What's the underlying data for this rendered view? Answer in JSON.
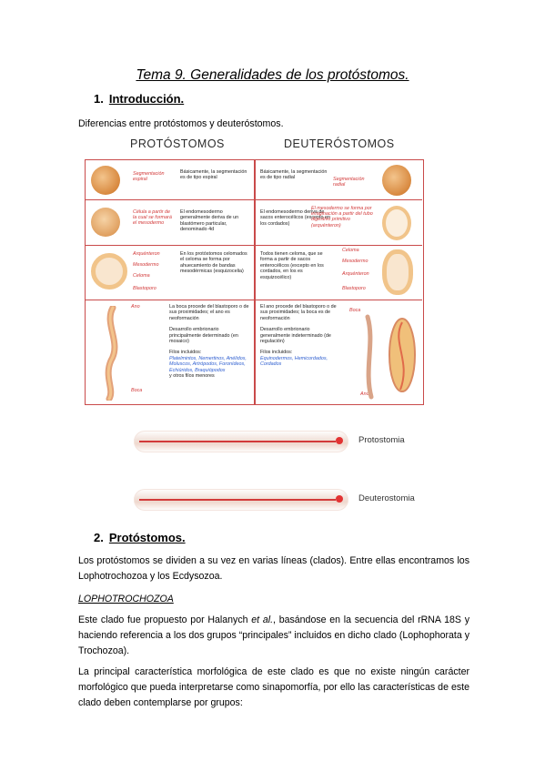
{
  "title": "Tema 9. Generalidades de los protóstomos.",
  "section1": {
    "number": "1.",
    "label": "Introducción."
  },
  "intro_text": "Diferencias entre protóstomos y deuteróstomos.",
  "figure": {
    "col_left": "PROTÓSTOMOS",
    "col_right": "DEUTERÓSTOMOS",
    "rows": [
      {
        "left_label": "Segmentación espiral",
        "left_text": "Básicamente, la segmentación es de tipo espiral",
        "right_text": "Básicamente, la segmentación es de tipo radial",
        "right_label": "Segmentación radial"
      },
      {
        "left_label": "Célula a partir de la cual se formará el mesodermo",
        "left_text": "El endomesodermo generalmente deriva de un blastómero particular, denominado 4d",
        "right_text": "El endomesodermo deriva de sacos enterocélicos (excepto en los cordados)",
        "right_label": "El mesodermo se forma por evaginación a partir del tubo digestivo primitivo (arquénteron)"
      },
      {
        "left_labels": [
          "Arquénteron",
          "Mesodermo",
          "Celoma",
          "Blastoporo"
        ],
        "left_text": "En los protóstomos celomados el celoma se forma por ahuecamiento de bandas mesodérmicas (esquizocelia)",
        "right_text": "Todos tienen celoma, que se forma a partir de sacos enterocélicos (excepto en los cordados, en los es esquizocélico)",
        "right_labels": [
          "Celoma",
          "Mesodermo",
          "Arquénteron",
          "Blastoporo"
        ]
      },
      {
        "left_labels": [
          "Ano",
          "Boca"
        ],
        "left_text_1": "La boca procede del blastoporo o de sus proximidades; el ano es neoformación",
        "left_text_2": "Desarrollo embrionario principalmente determinado (en mosaico)",
        "left_phyla_title": "Filos incluidos:",
        "left_phyla": "Platelmintos, Nemertinos, Anélidos, Moluscos, Artrópodos, Foronídeos, Echiúridos, Braquiópodos",
        "left_phyla_tail": "y otros filos menores",
        "right_text_1": "El ano procede del blastoporo o de sus proximidades; la boca es de neoformación",
        "right_text_2": "Desarrollo embrionario generalmente indeterminado (de regulación)",
        "right_phyla_title": "Filos incluidos:",
        "right_phyla": "Equinodermos, Hemicordados, Cordados",
        "right_labels": [
          "Boca",
          "Ano"
        ]
      }
    ],
    "tube_top": "Protostomia",
    "tube_bottom": "Deuterostomia"
  },
  "section2": {
    "number": "2.",
    "label": "Protóstomos."
  },
  "para1": "Los protóstomos se dividen a su vez en varias líneas (clados). Entre ellas encontramos los Lophotrochozoa y los Ecdysozoa.",
  "subheading": "LOPHOTROCHOZOA",
  "para2_a": "Este clado fue propuesto por Halanych ",
  "para2_em": "et al.",
  "para2_b": ", basándose en la secuencia del rRNA 18S y haciendo referencia a los dos grupos “principales” incluidos en dicho clado (Lophophorata y Trochozoa).",
  "para3": "La principal característica morfológica de este clado es que no existe ningún carácter morfológico que pueda interpretarse como sinapomorfía, por ello las características de este clado deben contemplarse por grupos:"
}
